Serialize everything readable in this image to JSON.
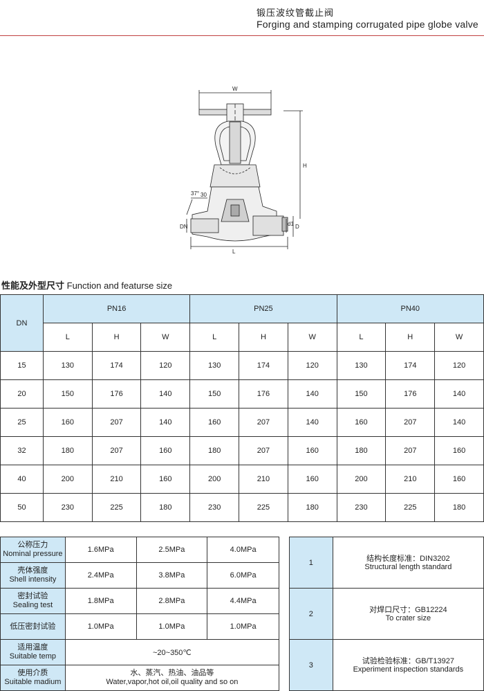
{
  "header": {
    "title_cn": "锻压波纹管截止阀",
    "title_en": "Forging and stamping corrugated pipe globe valve"
  },
  "drawing_labels": {
    "w": "W",
    "h": "H",
    "l": "L",
    "dn": "DN",
    "d": "D",
    "d1": "d1",
    "angle": "37°",
    "thirty": "30"
  },
  "section": {
    "title_cn": "性能及外型尺寸",
    "title_en": "Function and featurse size"
  },
  "dim_table": {
    "dn_header": "DN",
    "groups": [
      "PN16",
      "PN25",
      "PN40"
    ],
    "subheaders": [
      "L",
      "H",
      "W",
      "L",
      "H",
      "W",
      "L",
      "H",
      "W"
    ],
    "rows": [
      [
        "15",
        "130",
        "174",
        "120",
        "130",
        "174",
        "120",
        "130",
        "174",
        "120"
      ],
      [
        "20",
        "150",
        "176",
        "140",
        "150",
        "176",
        "140",
        "150",
        "176",
        "140"
      ],
      [
        "25",
        "160",
        "207",
        "140",
        "160",
        "207",
        "140",
        "160",
        "207",
        "140"
      ],
      [
        "32",
        "180",
        "207",
        "160",
        "180",
        "207",
        "160",
        "180",
        "207",
        "160"
      ],
      [
        "40",
        "200",
        "210",
        "160",
        "200",
        "210",
        "160",
        "200",
        "210",
        "160"
      ],
      [
        "50",
        "230",
        "225",
        "180",
        "230",
        "225",
        "180",
        "230",
        "225",
        "180"
      ]
    ]
  },
  "perf_table": {
    "rows": [
      {
        "cn": "公称压力",
        "en": "Nominal pressure",
        "v": [
          "1.6MPa",
          "2.5MPa",
          "4.0MPa"
        ]
      },
      {
        "cn": "壳体强度",
        "en": "Shell intensity",
        "v": [
          "2.4MPa",
          "3.8MPa",
          "6.0MPa"
        ]
      },
      {
        "cn": "密封试验",
        "en": "Sealing test",
        "v": [
          "1.8MPa",
          "2.8MPa",
          "4.4MPa"
        ]
      },
      {
        "cn": "低压密封试验",
        "en": "",
        "v": [
          "1.0MPa",
          "1.0MPa",
          "1.0MPa"
        ]
      }
    ],
    "temp": {
      "cn": "适用温度",
      "en": "Suitable temp",
      "value": "~20~350℃"
    },
    "medium": {
      "cn": "使用介质",
      "en": "Suitable madium",
      "value_cn": "水、蒸汽、热油、油品等",
      "value_en": "Water,vapor,hot oil,oil quality and so on"
    }
  },
  "std_table": {
    "rows": [
      {
        "num": "1",
        "cn": "结构长度标准：DIN3202",
        "en": "Structural length standard"
      },
      {
        "num": "2",
        "cn": "对焊口尺寸：GB12224",
        "en": "To crater size"
      },
      {
        "num": "3",
        "cn": "试验检验标准：GB/T13927",
        "en": "Experiment inspection standards"
      }
    ]
  }
}
